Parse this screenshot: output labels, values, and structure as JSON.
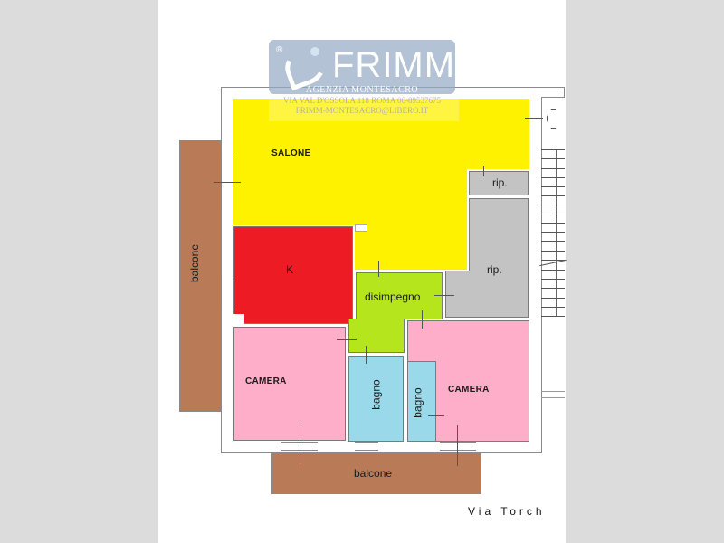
{
  "watermark": {
    "brand": "FRIMM",
    "registered_mark": "®",
    "agency": "AGENZIA MONTESACRO",
    "address": "VIA VAL D'OSSOLA 118 ROMA 06-89537675",
    "email": "FRIMM-MONTESACRO@LIBERO.IT"
  },
  "rooms": [
    {
      "id": "salone",
      "label": "SALONE",
      "color": "#fff200"
    },
    {
      "id": "kitchen",
      "label": "K",
      "color": "#ed1c24"
    },
    {
      "id": "disimpegno",
      "label": "disimpegno",
      "color": "#b5e61d"
    },
    {
      "id": "rip-small",
      "label": "rip.",
      "color": "#c3c3c3"
    },
    {
      "id": "rip-large",
      "label": "rip.",
      "color": "#c3c3c3"
    },
    {
      "id": "camera-left",
      "label": "CAMERA",
      "color": "#ffaec9"
    },
    {
      "id": "camera-right",
      "label": "CAMERA",
      "color": "#ffaec9"
    },
    {
      "id": "bagno-left",
      "label": "bagno",
      "color": "#99d9ea"
    },
    {
      "id": "bagno-right",
      "label": "bagno",
      "color": "#99d9ea"
    },
    {
      "id": "balcone-left",
      "label": "balcone",
      "color": "#b97a57"
    },
    {
      "id": "balcone-bottom",
      "label": "balcone",
      "color": "#b97a57"
    }
  ],
  "street_label": "Via Torch",
  "colors": {
    "background": "#dcdcdc",
    "sheet": "#ffffff",
    "wall": "#8a8a8a"
  }
}
